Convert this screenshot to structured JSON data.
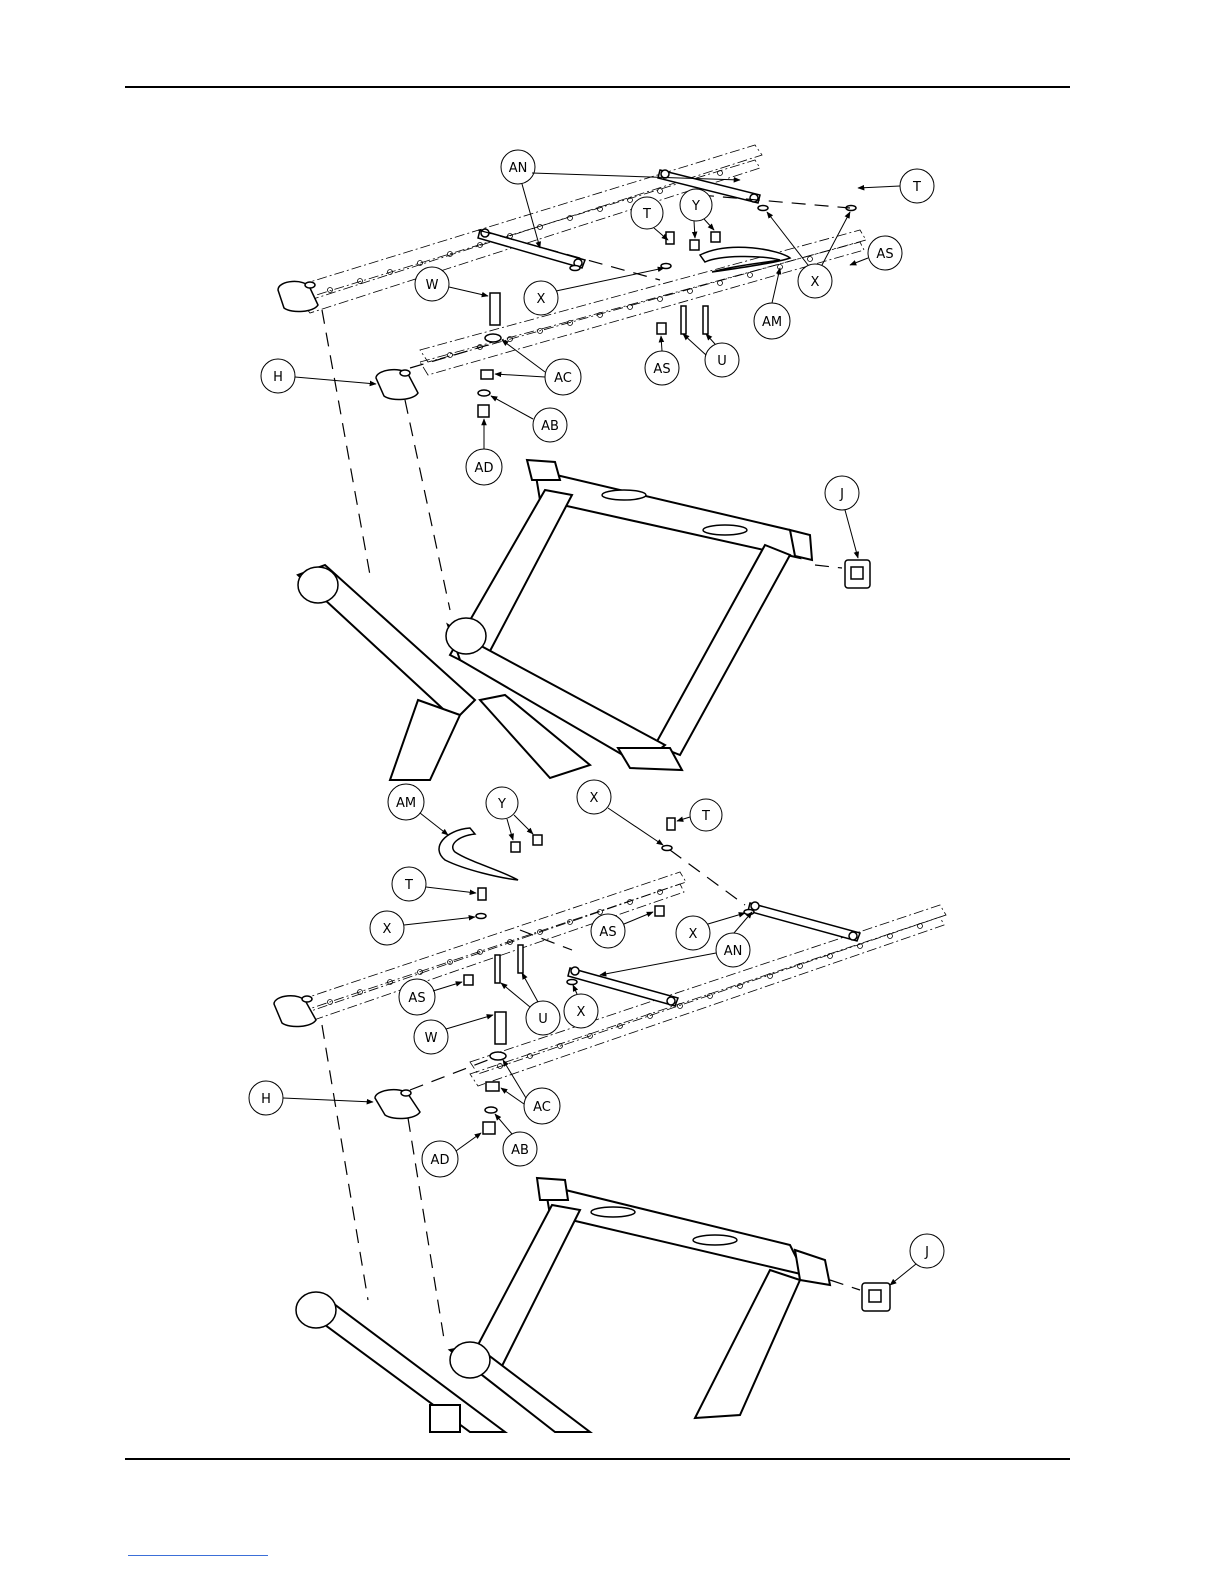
{
  "document": {
    "type": "exploded assembly parts diagram",
    "accent_color": "#000000",
    "link_rule_color": "#3b6fd8"
  },
  "top_assembly": {
    "callouts": [
      "AN",
      "T",
      "Y",
      "T",
      "AS",
      "X",
      "X",
      "W",
      "AM",
      "H",
      "AC",
      "AS",
      "U",
      "AB",
      "AD",
      "J"
    ]
  },
  "bottom_assembly": {
    "callouts": [
      "AM",
      "Y",
      "X",
      "T",
      "T",
      "X",
      "AS",
      "X",
      "AN",
      "AS",
      "U",
      "X",
      "W",
      "AC",
      "H",
      "AB",
      "AD",
      "J"
    ]
  }
}
